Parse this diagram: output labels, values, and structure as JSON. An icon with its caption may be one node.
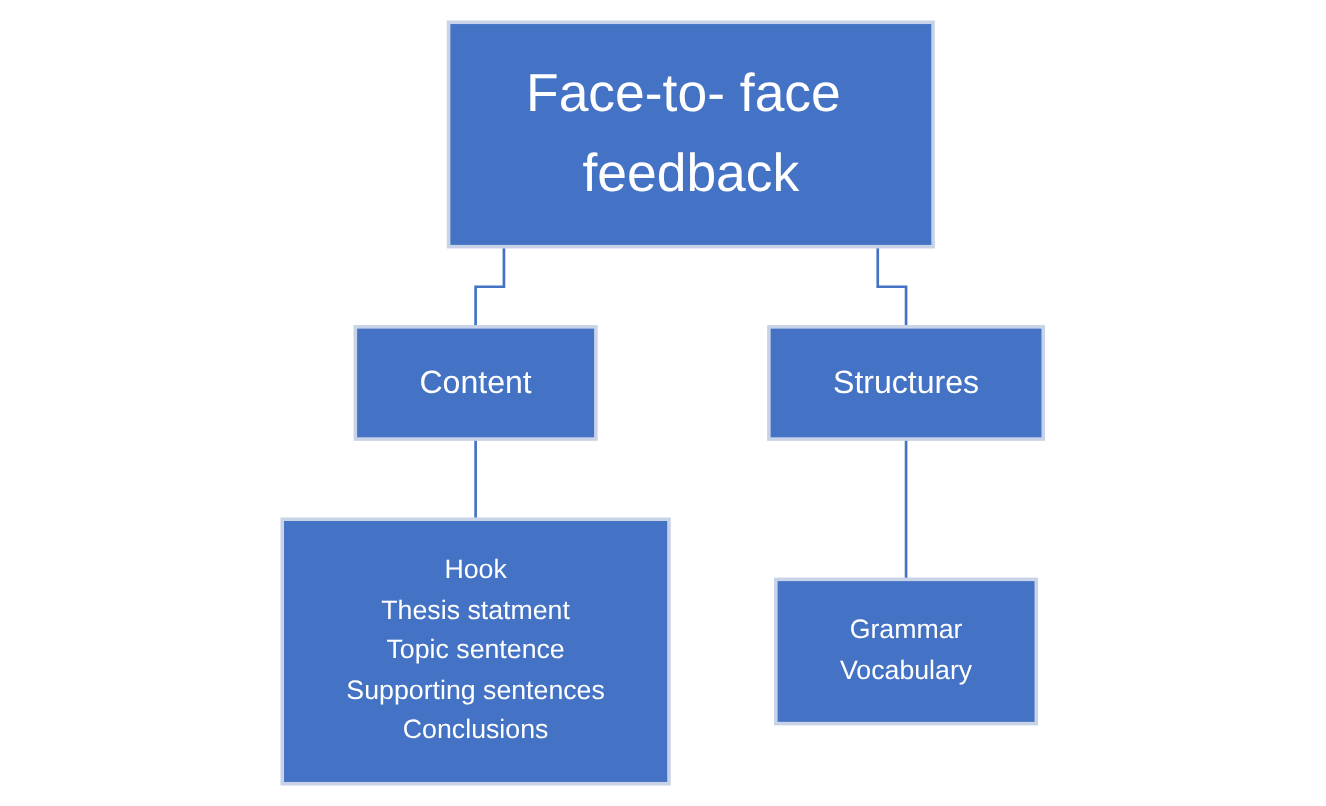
{
  "diagram": {
    "nodes": [
      {
        "text": [
          "Face-to- face feedback"
        ]
      },
      {
        "text": [
          "Content"
        ]
      },
      {
        "text": [
          "Structures"
        ]
      },
      {
        "text": [
          "Hook",
          "Thesis statment",
          "Topic sentence",
          "Supporting sentences",
          "Conclusions"
        ]
      },
      {
        "text": [
          "Grammar",
          "Vocabulary"
        ]
      }
    ],
    "edges": [
      {
        "from": 0,
        "to": 1,
        "arrow": "none"
      },
      {
        "from": 0,
        "to": 2,
        "arrow": "none"
      },
      {
        "from": 1,
        "to": 3,
        "arrow": "none"
      },
      {
        "from": 2,
        "to": 4,
        "arrow": "none"
      }
    ]
  }
}
